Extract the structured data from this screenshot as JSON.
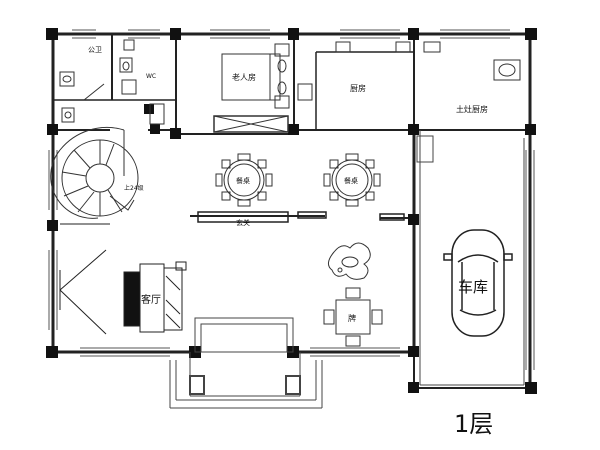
{
  "plan": {
    "floor_label": "1层",
    "rooms": {
      "public_toilet": "公卫",
      "wc": "WC",
      "elder_room": "老人房",
      "kitchen": "厨房",
      "clay_stove_kitchen": "土灶厨房",
      "stair_note": "上24级",
      "dining_table_1": "餐桌",
      "dining_table_2": "餐桌",
      "foyer": "玄关",
      "living_room": "客厅",
      "mahjong_table": "牌",
      "garage": "车库"
    }
  },
  "colors": {
    "wall": "#111111",
    "line": "#333333",
    "furniture": "#444444"
  }
}
